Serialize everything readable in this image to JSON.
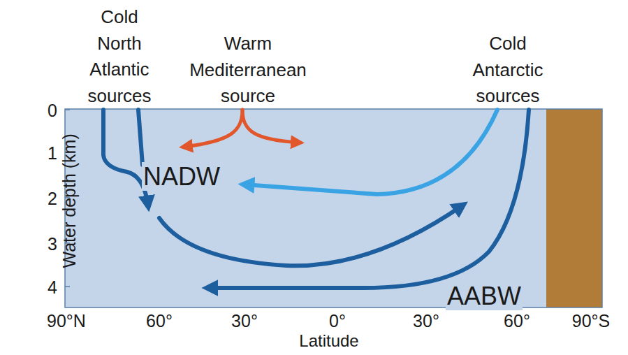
{
  "diagram": {
    "labels": [
      "Cold North Atlantic sources",
      "Warm Mediterranean source",
      "Cold Antarctic sources",
      "NADW",
      "AABW",
      "Water depth (km)",
      "0",
      "1",
      "2",
      "3",
      "4",
      "90°N",
      "60°",
      "30°",
      "0°",
      "30°",
      "60°",
      "90°S",
      "Latitude"
    ]
  }
}
